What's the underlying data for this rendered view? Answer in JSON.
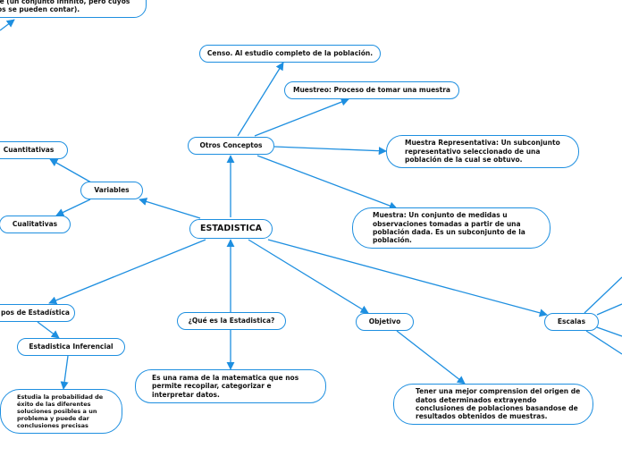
{
  "colors": {
    "accent": "#1e8fe0",
    "background": "#ffffff",
    "text": "#111111"
  },
  "nodes": {
    "root": "ESTADISTICA",
    "infinito": "le (un conjunto infinito, pero cuyos os se pueden contar).",
    "censo": "Censo. Al estudio completo de la población.",
    "muestreo": "Muestreo: Proceso de tomar una muestra",
    "otros": "Otros Conceptos",
    "muestra_rep": "Muestra Representativa: Un subconjunto representativo seleccionado de una población de la cual se obtuvo.",
    "muestra": "Muestra: Un conjunto de medidas u observaciones tomadas a partir de una población dada. Es un subconjunto de la población.",
    "cuantitativas": "Cuantitativas",
    "variables": "Variables",
    "cualitativas": "Cualitativas",
    "tipos": "pos de Estadística",
    "inferencial": "Estadistica Inferencial",
    "inferencial_desc": "Estudia la probabilidad de éxito de las diferentes soluciones posibles a un problema y puede dar conclusiones precisas",
    "que_es": "¿Qué es la Estadistica?",
    "que_es_desc": "Es una rama de la matematica que nos permite recopilar, categorizar e interpretar datos.",
    "objetivo": "Objetivo",
    "objetivo_desc": "Tener una mejor comprension del origen de datos determinados extrayendo conclusiones de poblaciones basandose de resultados obtenidos de muestras.",
    "escalas": "Escalas"
  }
}
